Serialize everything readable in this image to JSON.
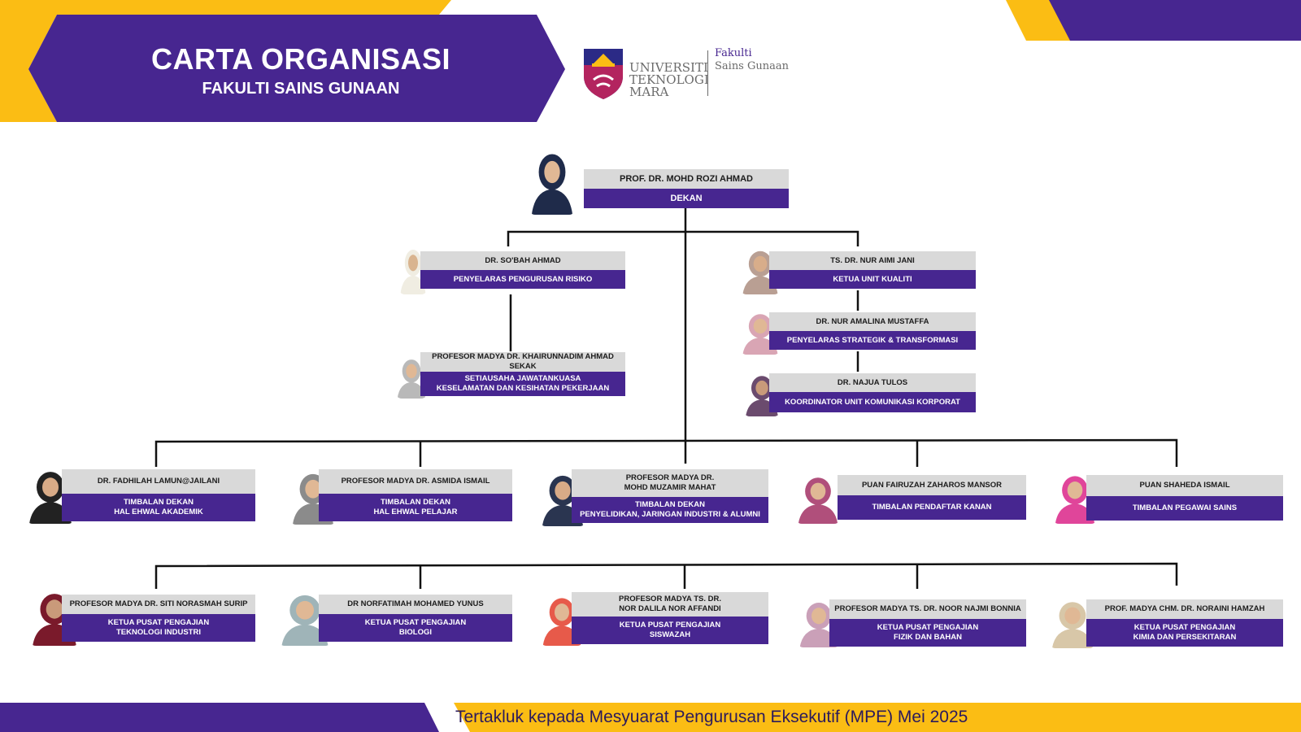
{
  "header": {
    "title": "CARTA ORGANISASI",
    "subtitle": "FAKULTI SAINS GUNAAN"
  },
  "logo": {
    "line1": "UNIVERSITI",
    "line2": "TEKNOLOGI",
    "line3": "MARA",
    "faculty_line1": "Fakulti",
    "faculty_line2": "Sains Gunaan"
  },
  "colors": {
    "purple": "#472690",
    "yellow": "#fbbd14",
    "grey": "#d9d9d9"
  },
  "dean": {
    "name": "PROF. DR. MOHD ROZI AHMAD",
    "role": "DEKAN"
  },
  "left_branch": [
    {
      "name": "DR. SO'BAH AHMAD",
      "role": "PENYELARAS PENGURUSAN RISIKO"
    },
    {
      "name": "PROFESOR MADYA DR. KHAIRUNNADIM AHMAD SEKAK",
      "role": "SETIAUSAHA JAWATANKUASA\nKESELAMATAN DAN KESIHATAN PEKERJAAN"
    }
  ],
  "right_branch": [
    {
      "name": "TS. DR. NUR AIMI JANI",
      "role": "KETUA UNIT KUALITI"
    },
    {
      "name": "DR. NUR AMALINA MUSTAFFA",
      "role": "PENYELARAS STRATEGIK & TRANSFORMASI"
    },
    {
      "name": "DR. NAJUA TULOS",
      "role": "KOORDINATOR UNIT KOMUNIKASI KORPORAT"
    }
  ],
  "row1": [
    {
      "name": "DR. FADHILAH LAMUN@JAILANI",
      "role": "TIMBALAN DEKAN\nHAL EHWAL AKADEMIK"
    },
    {
      "name": "PROFESOR MADYA DR. ASMIDA ISMAIL",
      "role": "TIMBALAN DEKAN\nHAL EHWAL PELAJAR"
    },
    {
      "name": "PROFESOR MADYA DR.\nMOHD MUZAMIR MAHAT",
      "role": "TIMBALAN DEKAN\nPENYELIDIKAN, JARINGAN INDUSTRI & ALUMNI"
    },
    {
      "name": "PUAN FAIRUZAH ZAHAROS MANSOR",
      "role": "TIMBALAN PENDAFTAR KANAN"
    },
    {
      "name": "PUAN SHAHEDA ISMAIL",
      "role": "TIMBALAN PEGAWAI SAINS"
    }
  ],
  "row2": [
    {
      "name": "PROFESOR MADYA DR. SITI NORASMAH SURIP",
      "role": "KETUA PUSAT PENGAJIAN\nTEKNOLOGI INDUSTRI"
    },
    {
      "name": "DR NORFATIMAH MOHAMED YUNUS",
      "role": "KETUA PUSAT PENGAJIAN\nBIOLOGI"
    },
    {
      "name": "PROFESOR MADYA TS. DR.\nNOR DALILA NOR AFFANDI",
      "role": "KETUA PUSAT PENGAJIAN\nSISWAZAH"
    },
    {
      "name": "PROFESOR MADYA TS. DR. NOOR NAJMI BONNIA",
      "role": "KETUA PUSAT PENGAJIAN\nFIZIK DAN BAHAN"
    },
    {
      "name": "PROF. MADYA CHM. DR. NORAINI HAMZAH",
      "role": "KETUA PUSAT PENGAJIAN\nKIMIA DAN PERSEKITARAN"
    }
  ],
  "footer": {
    "text": "Tertakluk kepada Mesyuarat Pengurusan Eksekutif (MPE) Mei 2025"
  }
}
